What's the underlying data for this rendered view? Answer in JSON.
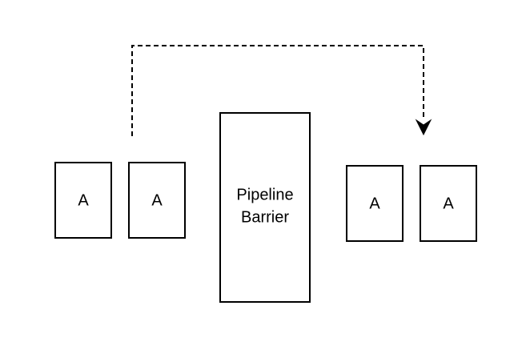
{
  "left_boxes": [
    {
      "label": "A"
    },
    {
      "label": "A"
    }
  ],
  "barrier": {
    "line1": "Pipeline",
    "line2": "Barrier"
  },
  "right_boxes": [
    {
      "label": "A"
    },
    {
      "label": "A"
    }
  ]
}
